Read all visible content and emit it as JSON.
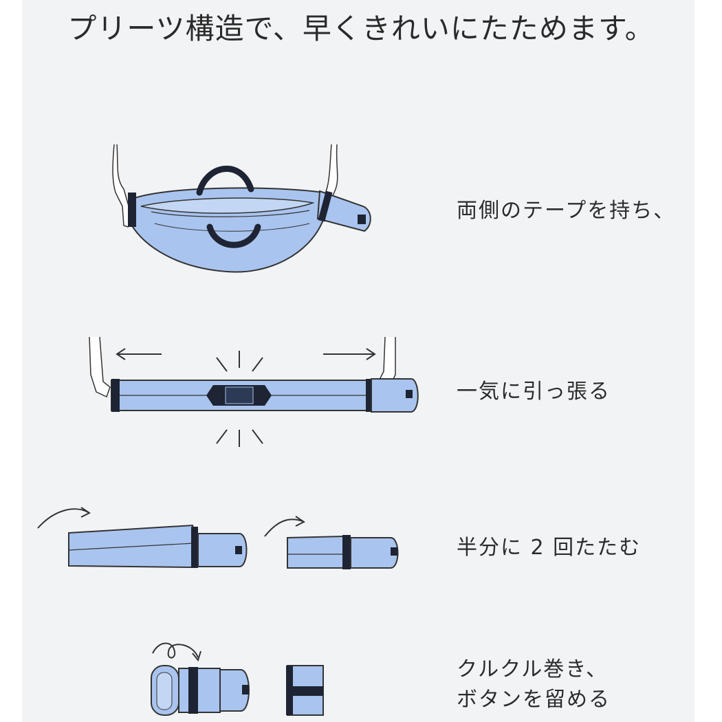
{
  "title": "プリーツ構造で、早くきれいにたためます。",
  "steps": [
    {
      "text": "両側のテープを持ち、"
    },
    {
      "text": "一気に引っ張る"
    },
    {
      "text": "半分に 2 回たたむ"
    },
    {
      "text": "クルクル巻き、\nボタンを留める"
    }
  ],
  "colors": {
    "bag_fill": "#a9c4ee",
    "bag_fill_light": "#c3d6f3",
    "strap": "#1e2433",
    "line": "#333333",
    "panel_bg": "#f1f3f5"
  }
}
